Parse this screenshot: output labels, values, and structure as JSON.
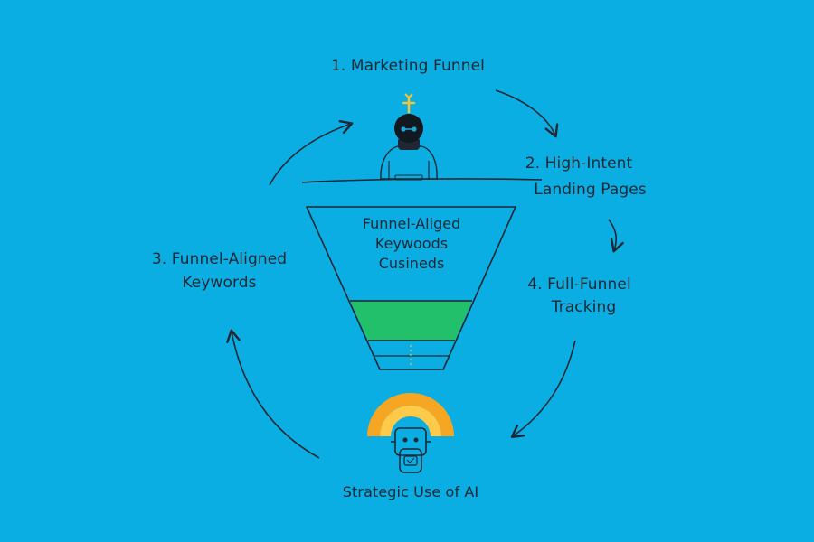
{
  "steps": [
    {
      "line1": "1. Marketing Funnel"
    },
    {
      "line1": "2. High-Intent",
      "line2": "Landing Pages"
    },
    {
      "line1": "3. Funnel-Aligned",
      "line2": "Keywords"
    },
    {
      "line1": "4. Full-Funnel",
      "line2": "Tracking"
    }
  ],
  "funnel": {
    "line1": "Funnel-Aliged",
    "line2": "Keywoods",
    "line3": "Cusineds"
  },
  "bottom_label": "Strategic Use of AI",
  "colors": {
    "background": "#0aaee3",
    "funnel_fill": "#22c06a",
    "arc_outer": "#f5a623",
    "arc_inner": "#ffc94a",
    "bulb": "#f4c33a",
    "ink": "#1f2733"
  },
  "icons": [
    "robot-head-icon",
    "lightbulb-icon",
    "rainbow-arc-icon",
    "ai-robot-icon"
  ]
}
